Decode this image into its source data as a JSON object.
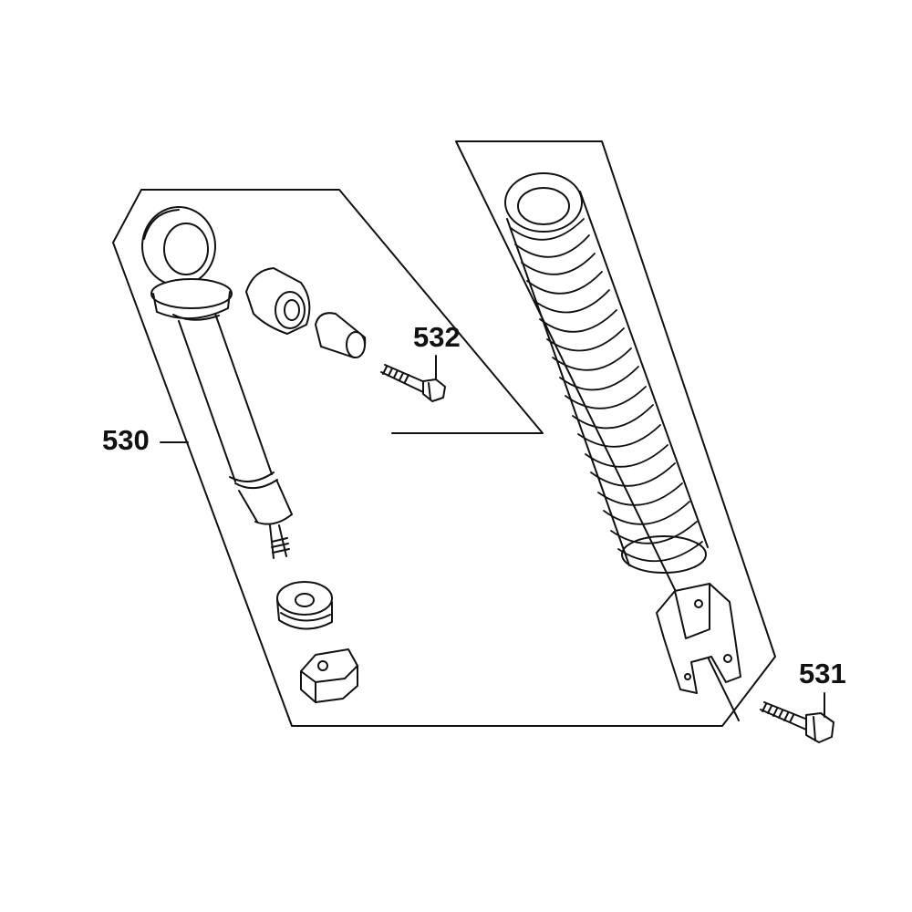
{
  "diagram": {
    "parts": [
      {
        "id": "p530",
        "number": "530"
      },
      {
        "id": "p531",
        "number": "531"
      },
      {
        "id": "p532",
        "number": "532"
      }
    ]
  },
  "colors": {
    "line": "#111111",
    "background": "#ffffff"
  }
}
